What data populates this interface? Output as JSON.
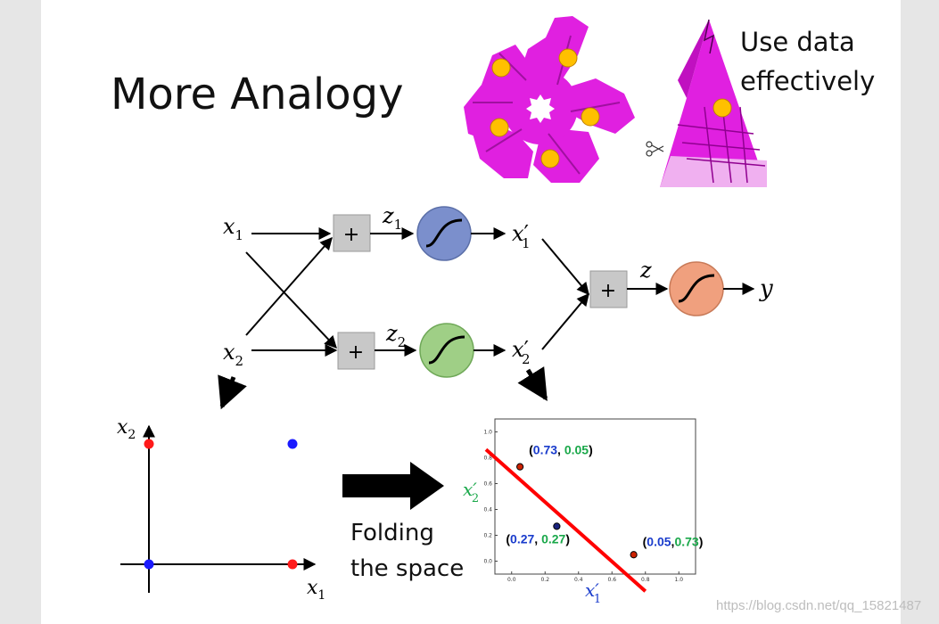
{
  "slide": {
    "title": "More Analogy",
    "side_note_line1": "Use data",
    "side_note_line2": "effectively",
    "fold_label_line1": "Folding",
    "fold_label_line2": "the space",
    "watermark": "https://blog.csdn.net/qq_15821487"
  },
  "network": {
    "inputs": [
      "x",
      "x"
    ],
    "input_subs": [
      "1",
      "2"
    ],
    "sum_symbol": "+",
    "hidden_z": [
      "z",
      "z"
    ],
    "hidden_z_subs": [
      "1",
      "2"
    ],
    "hidden_out": [
      "x",
      "x"
    ],
    "hidden_out_prime": "′",
    "hidden_out_subs": [
      "1",
      "2"
    ],
    "final_z": "z",
    "output": "y",
    "colors": {
      "neuron1": "#7b8fcc",
      "neuron2": "#9fcf86",
      "neuron_out": "#f0a07e",
      "sum_box": "#c8c8c8"
    }
  },
  "input_space": {
    "axis_x": "x",
    "axis_x_sub": "1",
    "axis_y": "x",
    "axis_y_sub": "2",
    "points": [
      {
        "x": 0,
        "y": 0,
        "color": "#1a1aff"
      },
      {
        "x": 1,
        "y": 1,
        "color": "#1a1aff"
      },
      {
        "x": 0,
        "y": 1,
        "color": "#ff1a1a"
      },
      {
        "x": 1,
        "y": 0,
        "color": "#ff1a1a"
      }
    ]
  },
  "chart_data": {
    "type": "scatter",
    "xlabel": "x′",
    "xlabel_sub": "1",
    "ylabel": "x′",
    "ylabel_sub": "2",
    "xlim": [
      -0.1,
      1.1
    ],
    "ylim": [
      -0.1,
      1.1
    ],
    "xticks": [
      "0.0",
      "0.2",
      "0.4",
      "0.6",
      "0.8",
      "1.0"
    ],
    "yticks": [
      "0.0",
      "0.2",
      "0.4",
      "0.6",
      "0.8",
      "1.0"
    ],
    "points": [
      {
        "x": 0.05,
        "y": 0.73,
        "fill": "#cc2200",
        "lab_a": "0.73",
        "lab_b": "0.05"
      },
      {
        "x": 0.27,
        "y": 0.27,
        "fill": "#1a237e",
        "lab_a": "0.27",
        "lab_b": "0.27"
      },
      {
        "x": 0.73,
        "y": 0.05,
        "fill": "#cc2200",
        "lab_a": "0.05",
        "lab_b": "0.73"
      }
    ],
    "boundary": {
      "x1": -0.1,
      "y1": 0.85,
      "x2": 0.8,
      "y2": -0.15,
      "color": "#ff0000"
    },
    "label_colors": {
      "first": "#1a3ccc",
      "second": "#1aa84a"
    }
  },
  "decor": {
    "flower_color": "#e020e0",
    "dot_color": "#ffc000",
    "cut_icon": "scissors-icon"
  }
}
